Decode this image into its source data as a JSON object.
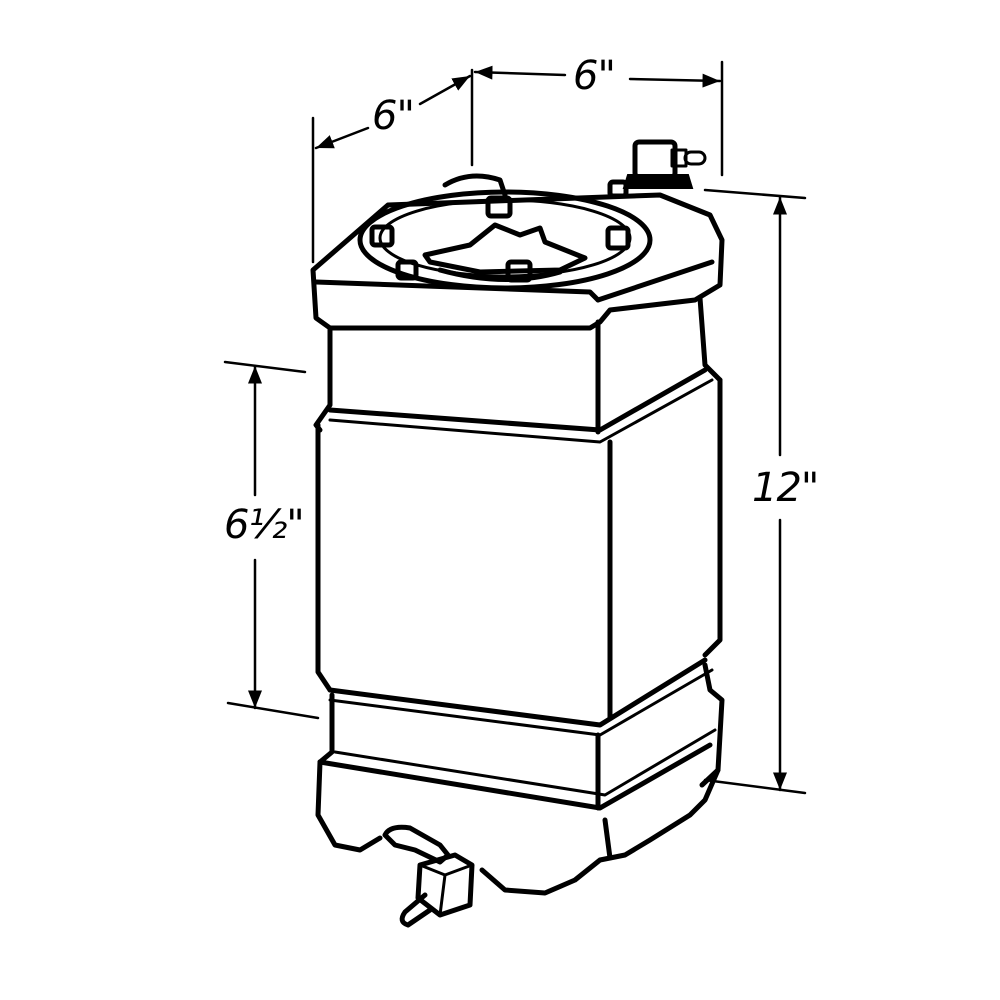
{
  "diagram": {
    "subject": "fuel-cell-tank",
    "colors": {
      "line": "#000000",
      "background": "#ffffff"
    },
    "dimensions": {
      "depth": "6\"",
      "width": "6\"",
      "side_height": "6½\"",
      "total_height": "12\""
    },
    "components": [
      {
        "name": "filler-cap",
        "label": ""
      },
      {
        "name": "vent-fitting",
        "label": ""
      },
      {
        "name": "drain-valve",
        "label": ""
      }
    ]
  }
}
